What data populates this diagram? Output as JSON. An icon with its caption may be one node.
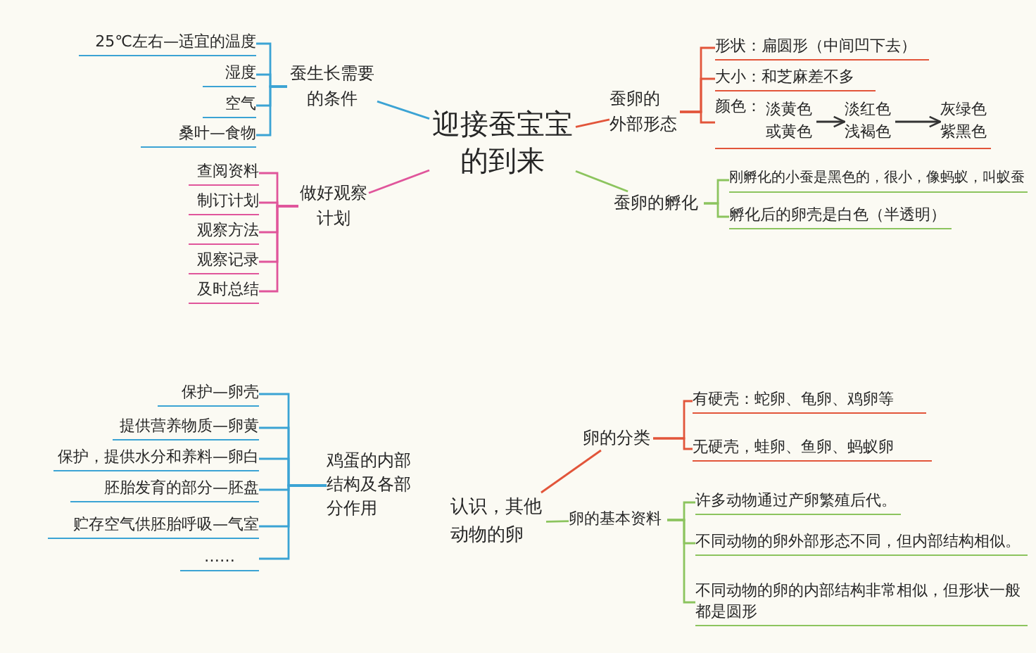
{
  "diagram": {
    "nodes": [
      {
        "text": [
          "迎接蚕宝宝的到来"
        ]
      },
      {
        "text": [
          "蚕生长需要的条件"
        ]
      },
      {
        "text": [
          "25℃左右—适宜的温度"
        ]
      },
      {
        "text": [
          "湿度"
        ]
      },
      {
        "text": [
          "空气"
        ]
      },
      {
        "text": [
          "桑叶—食物"
        ]
      },
      {
        "text": [
          "做好观察计划"
        ]
      },
      {
        "text": [
          "查阅资料"
        ]
      },
      {
        "text": [
          "制订计划"
        ]
      },
      {
        "text": [
          "观察方法"
        ]
      },
      {
        "text": [
          "观察记录"
        ]
      },
      {
        "text": [
          "及时总结"
        ]
      },
      {
        "text": [
          "蚕卵的外部形态"
        ]
      },
      {
        "text": [
          "形状：扁圆形（中间凹下去）"
        ]
      },
      {
        "text": [
          "大小：和芝麻差不多"
        ]
      },
      {
        "text": [
          "颜色："
        ]
      },
      {
        "text": [
          "淡黄色或黄色"
        ],
        "in": 15
      },
      {
        "text": [
          "淡红色浅褐色"
        ],
        "in": 15
      },
      {
        "text": [
          "灰绿色紫黑色"
        ],
        "in": 15
      },
      {
        "text": [
          "蚕卵的孵化"
        ]
      },
      {
        "text": [
          "刚孵化的小蚕是黑色的，很小，像蚂蚁，叫蚁蚕"
        ]
      },
      {
        "text": [
          "孵化后的卵壳是白色（半透明）"
        ]
      },
      {
        "text": [
          "鸡蛋的内部结构及各部分作用"
        ]
      },
      {
        "text": [
          "保护—卵壳"
        ]
      },
      {
        "text": [
          "提供营养物质—卵黄"
        ]
      },
      {
        "text": [
          "保护，提供水分和养料—卵白"
        ]
      },
      {
        "text": [
          "胚胎发育的部分—胚盘"
        ]
      },
      {
        "text": [
          "贮存空气供胚胎呼吸—气室"
        ]
      },
      {
        "text": [
          "……"
        ]
      },
      {
        "text": [
          "认识，其他动物的卵"
        ]
      },
      {
        "text": [
          "卵的分类"
        ]
      },
      {
        "text": [
          "有硬壳：蛇卵、龟卵、鸡卵等"
        ]
      },
      {
        "text": [
          "无硬壳，蛙卵、鱼卵、蚂蚁卵"
        ]
      },
      {
        "text": [
          "卵的基本资料"
        ]
      },
      {
        "text": [
          "许多动物通过产卵繁殖后代。"
        ]
      },
      {
        "text": [
          "不同动物的卵外部形态不同，但内部结构相似。"
        ]
      },
      {
        "text": [
          "不同动物的卵的内部结构非常相似，但形状一般都是圆形"
        ]
      }
    ],
    "edges": [
      {
        "from": 0,
        "to": 1,
        "arrow": "none",
        "color": "#3ba3d4"
      },
      {
        "from": 1,
        "to": 2,
        "arrow": "none",
        "color": "#3ba3d4"
      },
      {
        "from": 1,
        "to": 3,
        "arrow": "none",
        "color": "#3ba3d4"
      },
      {
        "from": 1,
        "to": 4,
        "arrow": "none",
        "color": "#3ba3d4"
      },
      {
        "from": 1,
        "to": 5,
        "arrow": "none",
        "color": "#3ba3d4"
      },
      {
        "from": 0,
        "to": 6,
        "arrow": "none",
        "color": "#e0559b"
      },
      {
        "from": 6,
        "to": 7,
        "arrow": "none",
        "color": "#e0559b"
      },
      {
        "from": 6,
        "to": 8,
        "arrow": "none",
        "color": "#e0559b"
      },
      {
        "from": 6,
        "to": 9,
        "arrow": "none",
        "color": "#e0559b"
      },
      {
        "from": 6,
        "to": 10,
        "arrow": "none",
        "color": "#e0559b"
      },
      {
        "from": 6,
        "to": 11,
        "arrow": "none",
        "color": "#e0559b"
      },
      {
        "from": 0,
        "to": 12,
        "arrow": "none",
        "color": "#e2553a"
      },
      {
        "from": 12,
        "to": 13,
        "arrow": "none",
        "color": "#e2553a"
      },
      {
        "from": 12,
        "to": 14,
        "arrow": "none",
        "color": "#e2553a"
      },
      {
        "from": 12,
        "to": 15,
        "arrow": "none",
        "color": "#e2553a"
      },
      {
        "from": 16,
        "to": 17,
        "arrow": "to",
        "color": "#333333"
      },
      {
        "from": 17,
        "to": 18,
        "arrow": "to",
        "color": "#333333"
      },
      {
        "from": 0,
        "to": 19,
        "arrow": "none",
        "color": "#8cc45e"
      },
      {
        "from": 19,
        "to": 20,
        "arrow": "none",
        "color": "#8cc45e"
      },
      {
        "from": 19,
        "to": 21,
        "arrow": "none",
        "color": "#8cc45e"
      },
      {
        "from": 22,
        "to": 23,
        "arrow": "none",
        "color": "#3ba3d4"
      },
      {
        "from": 22,
        "to": 24,
        "arrow": "none",
        "color": "#3ba3d4"
      },
      {
        "from": 22,
        "to": 25,
        "arrow": "none",
        "color": "#3ba3d4"
      },
      {
        "from": 22,
        "to": 26,
        "arrow": "none",
        "color": "#3ba3d4"
      },
      {
        "from": 22,
        "to": 27,
        "arrow": "none",
        "color": "#3ba3d4"
      },
      {
        "from": 22,
        "to": 28,
        "arrow": "none",
        "color": "#3ba3d4"
      },
      {
        "from": 29,
        "to": 30,
        "arrow": "none",
        "color": "#e2553a"
      },
      {
        "from": 30,
        "to": 31,
        "arrow": "none",
        "color": "#e2553a"
      },
      {
        "from": 30,
        "to": 32,
        "arrow": "none",
        "color": "#e2553a"
      },
      {
        "from": 29,
        "to": 33,
        "arrow": "none",
        "color": "#8cc45e"
      },
      {
        "from": 33,
        "to": 34,
        "arrow": "none",
        "color": "#8cc45e"
      },
      {
        "from": 33,
        "to": 35,
        "arrow": "none",
        "color": "#8cc45e"
      },
      {
        "from": 33,
        "to": 36,
        "arrow": "none",
        "color": "#8cc45e"
      }
    ]
  }
}
